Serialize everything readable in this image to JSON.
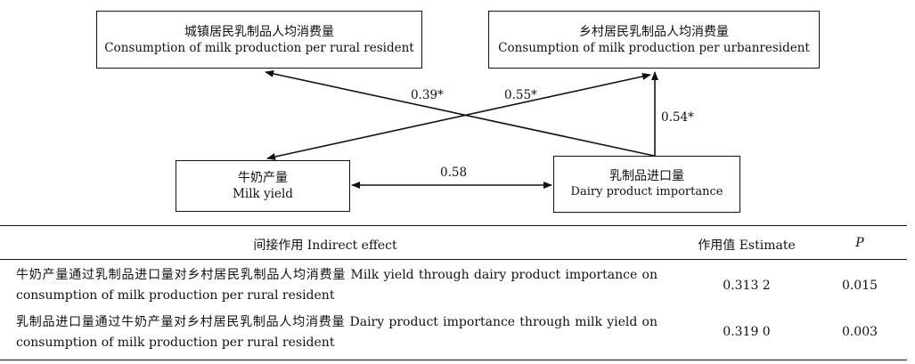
{
  "diagram": {
    "nodes": {
      "urban": {
        "zh": "城镇居民乳制品人均消费量",
        "en": "Consumption of milk production per rural resident"
      },
      "rural": {
        "zh": "乡村居民乳制品人均消费量",
        "en": "Consumption of milk production per urbanresident"
      },
      "milk": {
        "zh": "牛奶产量",
        "en": "Milk yield"
      },
      "dairy": {
        "zh": "乳制品进口量",
        "en": "Dairy product importance"
      }
    },
    "coefficients": {
      "dairy_to_urban": "0.39*",
      "milk_to_rural": "0.55*",
      "dairy_to_rural": "0.54*",
      "milk_dairy": "0.58"
    }
  },
  "table": {
    "headers": {
      "effect": "间接作用 Indirect effect",
      "estimate": "作用值 Estimate",
      "p": "P"
    },
    "rows": [
      {
        "effect": "牛奶产量通过乳制品进口量对乡村居民乳制品人均消费量 Milk yield through dairy product importance on consumption of milk production per rural resident",
        "estimate": "0.313 2",
        "p": "0.015"
      },
      {
        "effect": "乳制品进口量通过牛奶产量对乡村居民乳制品人均消费量 Dairy product importance through milk yield on consumption of milk production per rural resident",
        "estimate": "0.319 0",
        "p": "0.003"
      }
    ]
  }
}
